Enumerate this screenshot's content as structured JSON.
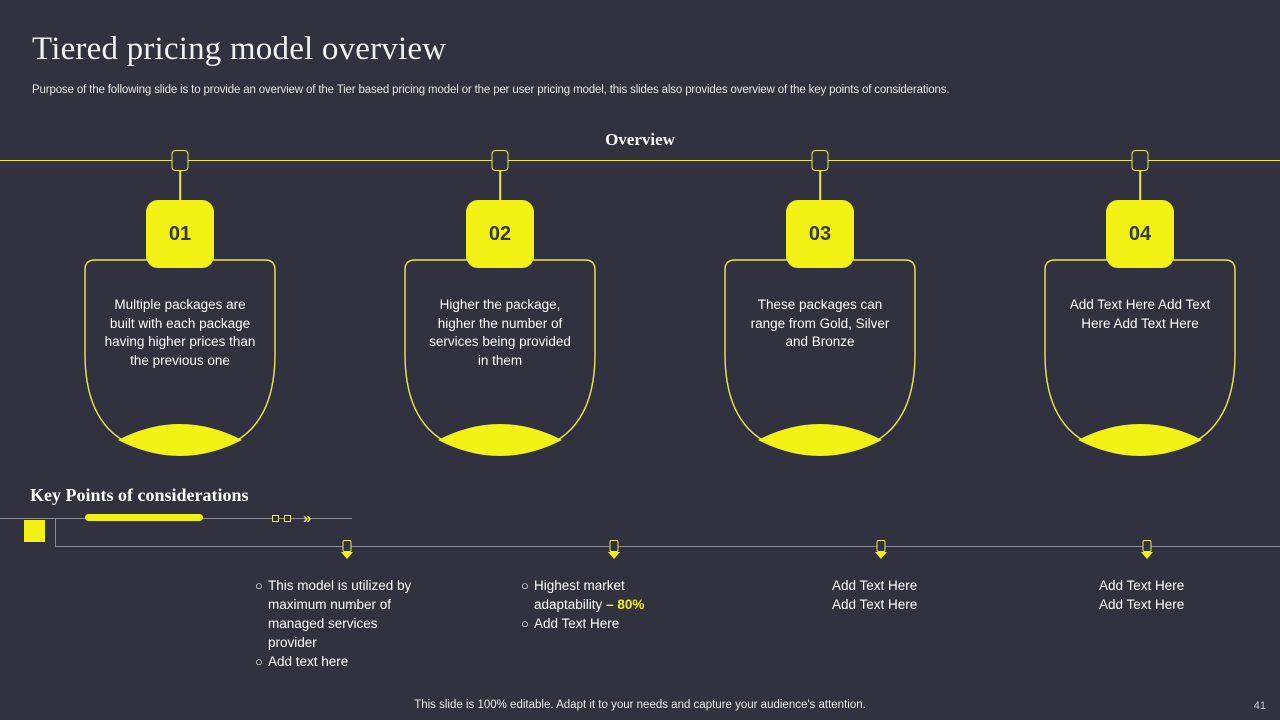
{
  "theme": {
    "background": "#31313f",
    "accent_yellow": "#f2f215",
    "rail_yellow": "#e9e94a",
    "line_gray": "#8b8b96",
    "text_white": "#ffffff"
  },
  "header": {
    "title": "Tiered pricing model overview",
    "subtitle": "Purpose of the following slide is to provide an overview of the Tier based pricing model or the per user pricing model, this slides also provides overview of the key points of considerations."
  },
  "overview": {
    "heading": "Overview",
    "cards": [
      {
        "number": "01",
        "text": "Multiple packages are built with each package having higher prices than the previous one"
      },
      {
        "number": "02",
        "text": "Higher the package, higher the number of services being provided in them"
      },
      {
        "number": "03",
        "text": "These packages can range from Gold, Silver and Bronze"
      },
      {
        "number": "04",
        "text": "Add Text Here Add Text Here Add Text Here"
      }
    ]
  },
  "key_points": {
    "heading": "Key Points of considerations",
    "chevron_icon": "»",
    "columns": [
      {
        "style": "bulleted",
        "items": [
          {
            "bullet": "○",
            "text": "This model is utilized by maximum number of managed services provider"
          },
          {
            "bullet": "○",
            "text": "Add text here"
          }
        ]
      },
      {
        "style": "bulleted",
        "items": [
          {
            "bullet": "○",
            "text": "Highest market adaptability ",
            "highlight": "– 80%"
          },
          {
            "bullet": "○",
            "text": "Add Text Here"
          }
        ]
      },
      {
        "style": "plain",
        "items": [
          {
            "text": "Add Text Here"
          },
          {
            "text": "Add Text Here"
          }
        ]
      },
      {
        "style": "plain",
        "items": [
          {
            "text": "Add Text Here"
          },
          {
            "text": "Add Text Here"
          }
        ]
      }
    ]
  },
  "footer": {
    "note": "This slide is 100% editable. Adapt it to your needs and capture your audience's attention.",
    "page_number": "41"
  }
}
